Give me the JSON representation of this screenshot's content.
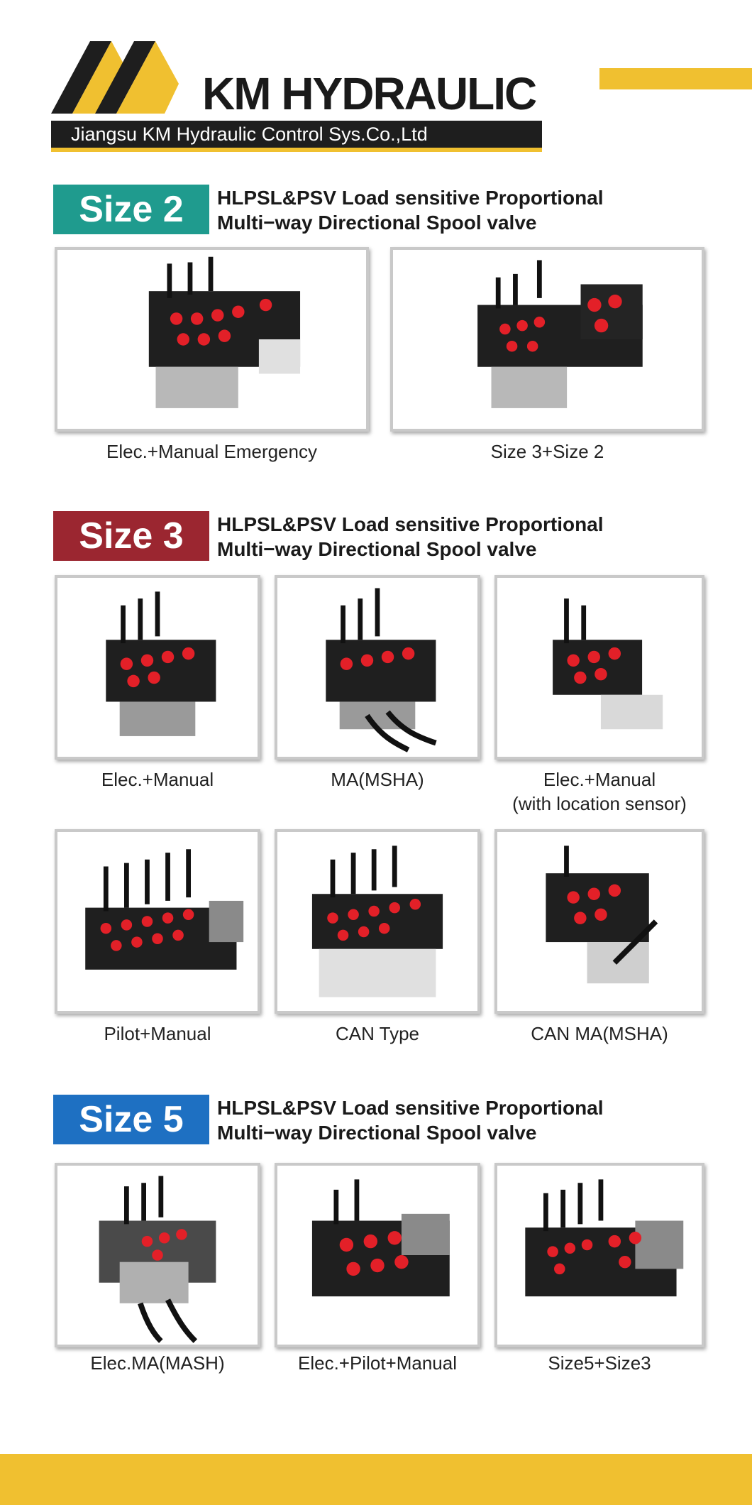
{
  "header": {
    "brand": "KM HYDRAULIC",
    "company": "Jiangsu KM Hydraulic Control Sys.Co.,Ltd",
    "logo_icon": "km-mountain-logo"
  },
  "colors": {
    "accent_yellow": "#f0c030",
    "size2_teal": "#1f9b8e",
    "size3_red": "#9b2630",
    "size5_blue": "#1e70c2",
    "dark": "#1e1e1e"
  },
  "sections": [
    {
      "badge": "Size 2",
      "desc_line1": "HLPSL&PSV Load sensitive Proportional",
      "desc_line2": "Multi−way Directional Spool valve",
      "products": [
        {
          "caption": "Elec.+Manual Emergency"
        },
        {
          "caption": "Size 3+Size 2"
        }
      ]
    },
    {
      "badge": "Size 3",
      "desc_line1": "HLPSL&PSV Load sensitive Proportional",
      "desc_line2": "Multi−way Directional Spool valve",
      "products": [
        {
          "caption": "Elec.+Manual"
        },
        {
          "caption": "MA(MSHA)"
        },
        {
          "caption": "Elec.+Manual",
          "caption2": "(with location sensor)"
        },
        {
          "caption": "Pilot+Manual"
        },
        {
          "caption": "CAN Type"
        },
        {
          "caption": "CAN MA(MSHA)"
        }
      ]
    },
    {
      "badge": "Size 5",
      "desc_line1": "HLPSL&PSV Load sensitive Proportional",
      "desc_line2": "Multi−way Directional Spool valve",
      "products": [
        {
          "caption": "Elec.MA(MASH)"
        },
        {
          "caption": "Elec.+Pilot+Manual"
        },
        {
          "caption": "Size5+Size3"
        }
      ]
    }
  ]
}
